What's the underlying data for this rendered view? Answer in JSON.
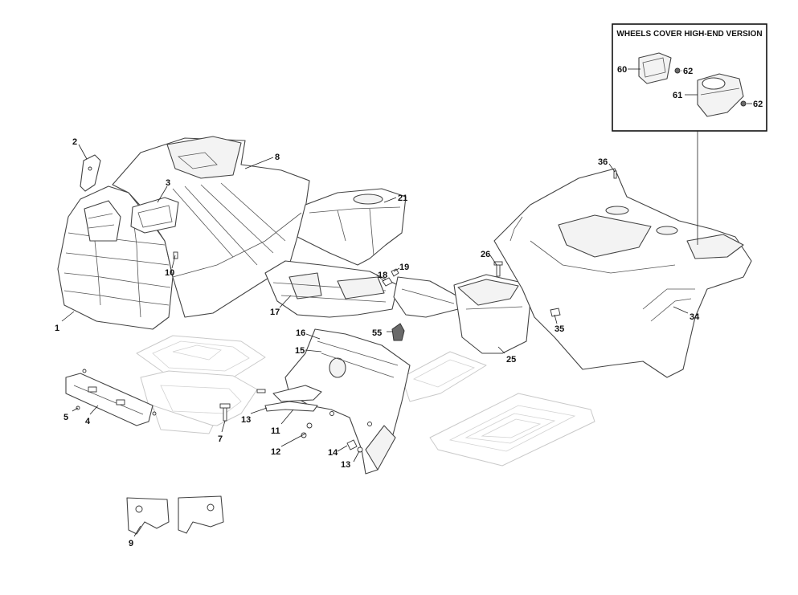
{
  "inset": {
    "title": "WHEELS COVER HIGH-END VERSION",
    "labels": [
      "60",
      "62",
      "61",
      "62"
    ]
  },
  "callouts": [
    "1",
    "2",
    "3",
    "10",
    "8",
    "21",
    "17",
    "18",
    "19",
    "26",
    "36",
    "34",
    "35",
    "55",
    "25",
    "16",
    "15",
    "4",
    "5",
    "7",
    "13",
    "11",
    "12",
    "14",
    "13",
    "9"
  ]
}
